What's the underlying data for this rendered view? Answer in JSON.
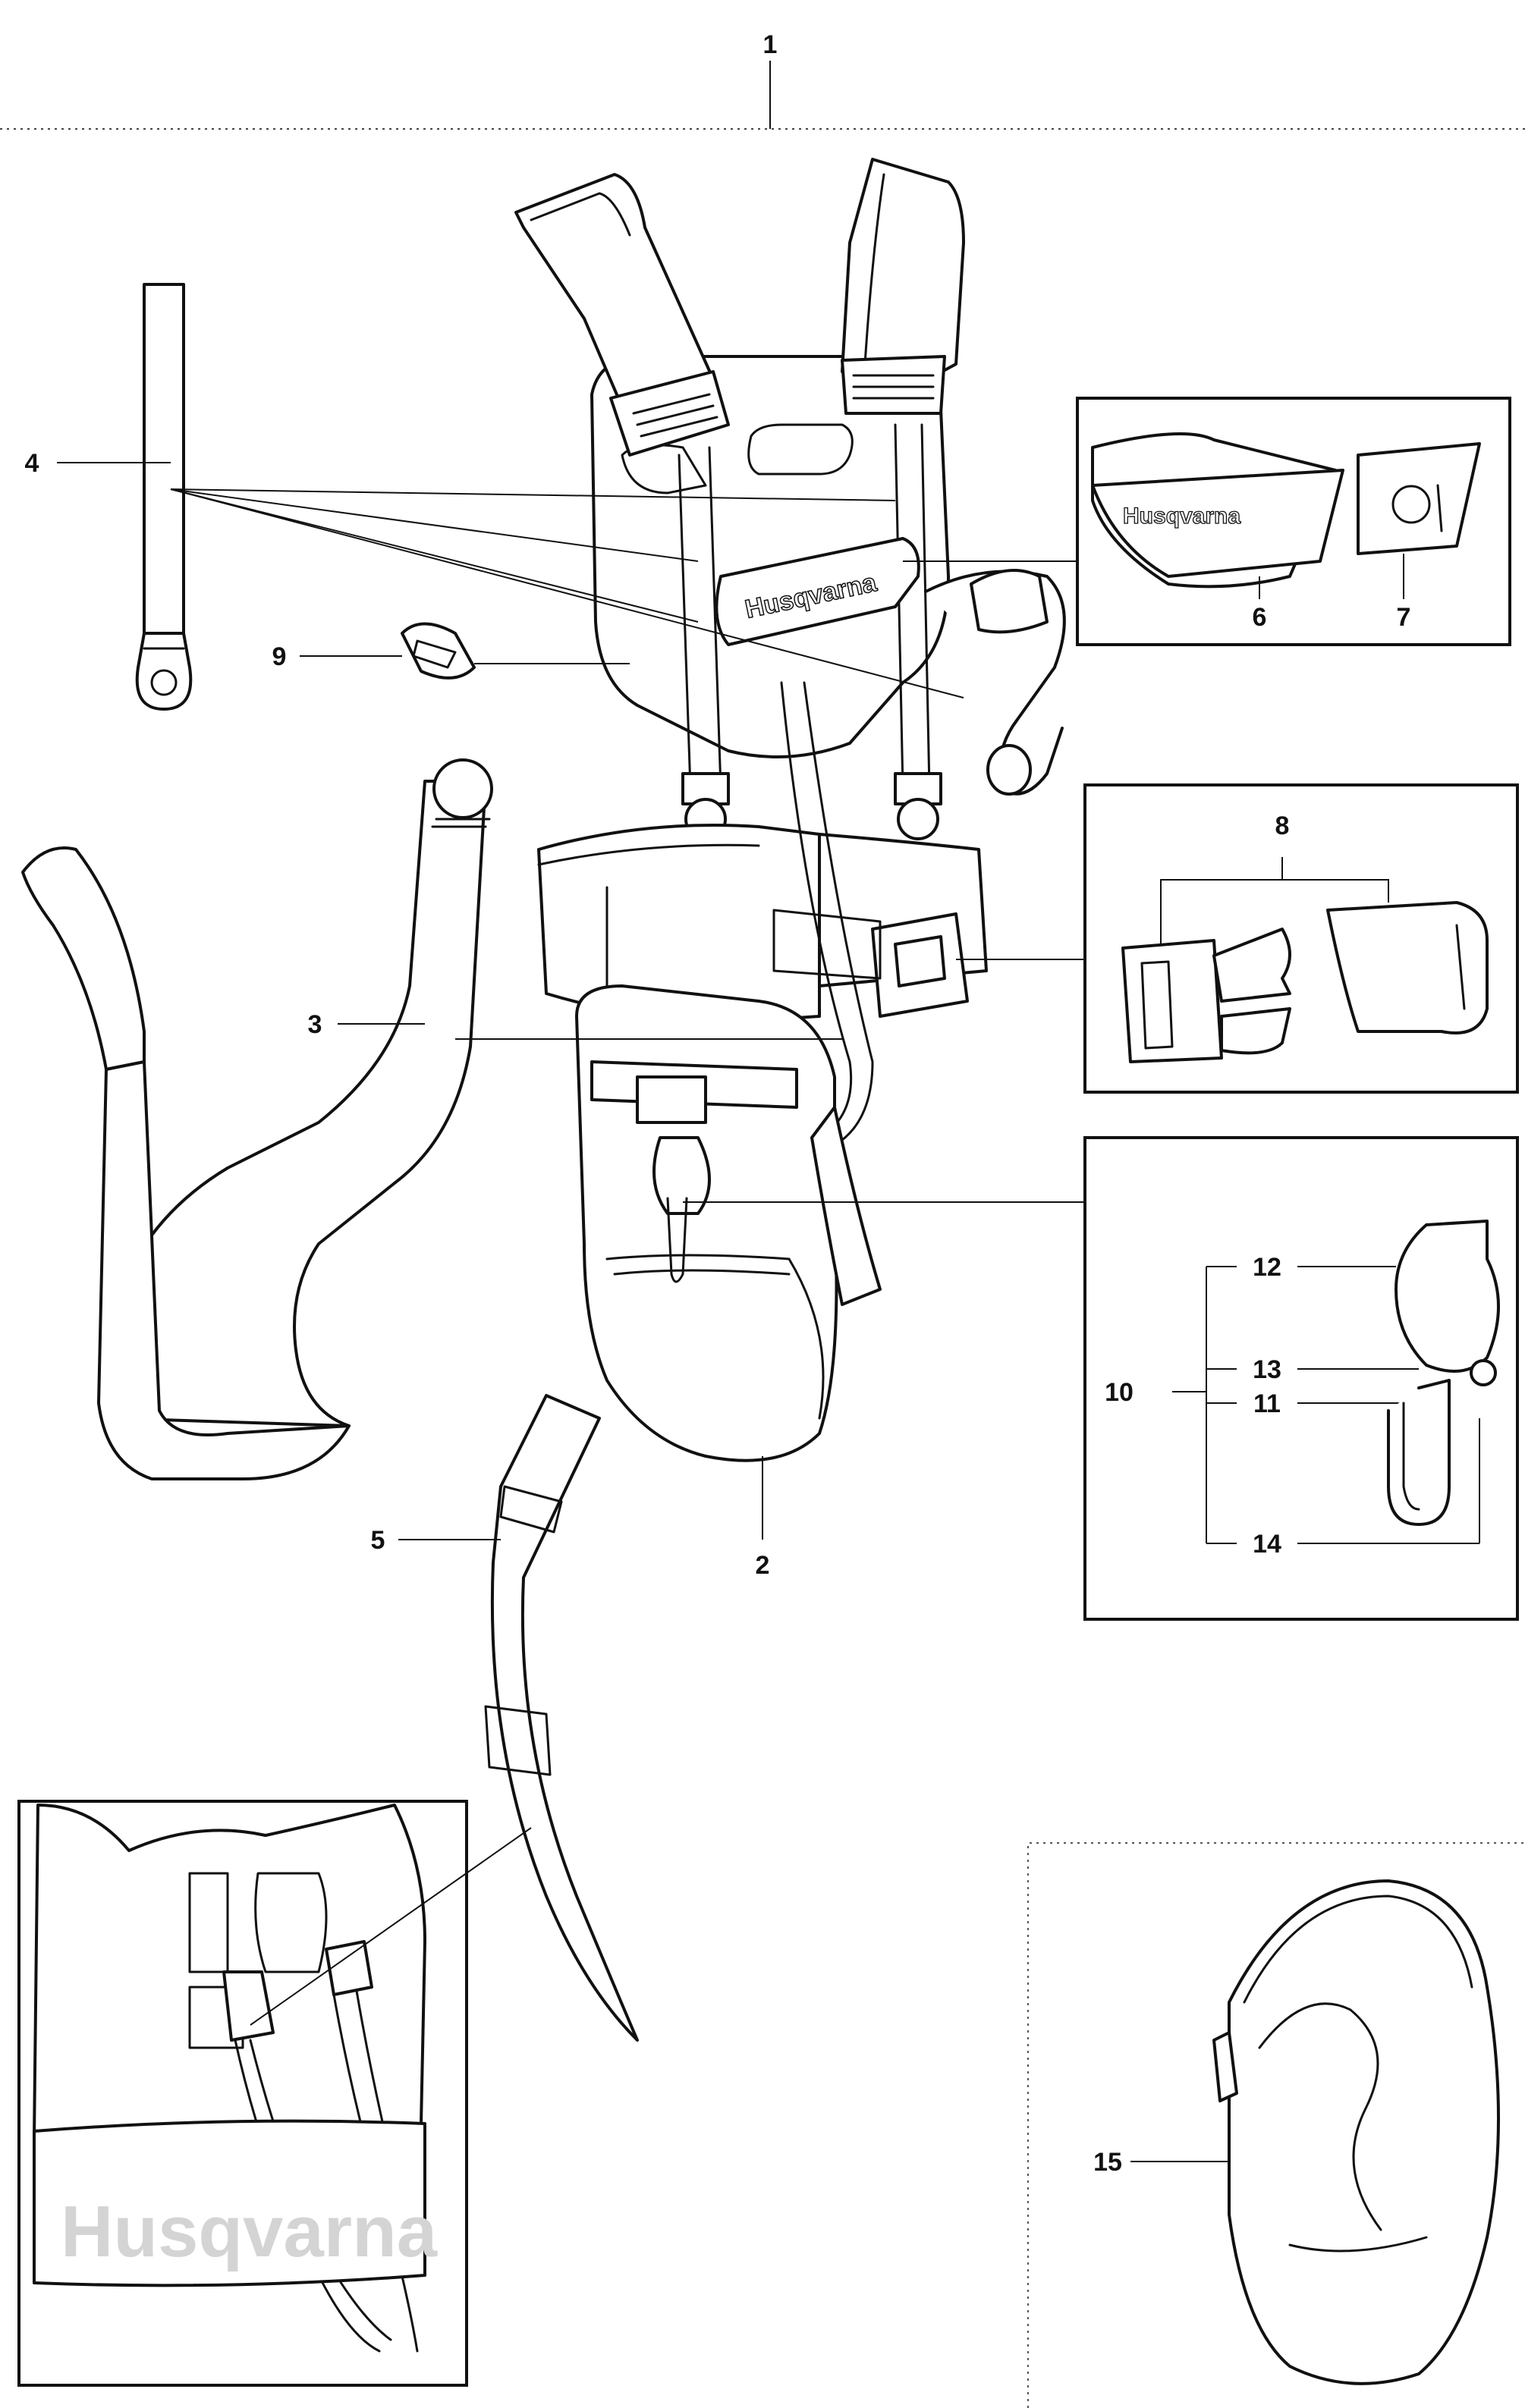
{
  "diagram": {
    "brand_mark": "Husqvarna",
    "callouts": {
      "c1": "1",
      "c2": "2",
      "c3": "3",
      "c4": "4",
      "c5": "5",
      "c6": "6",
      "c7": "7",
      "c8": "8",
      "c9": "9",
      "c10": "10",
      "c11": "11",
      "c12": "12",
      "c13": "13",
      "c14": "14",
      "c15": "15"
    },
    "colors": {
      "line": "#111111",
      "background": "#ffffff",
      "watermark": "#d4d4d4"
    }
  }
}
